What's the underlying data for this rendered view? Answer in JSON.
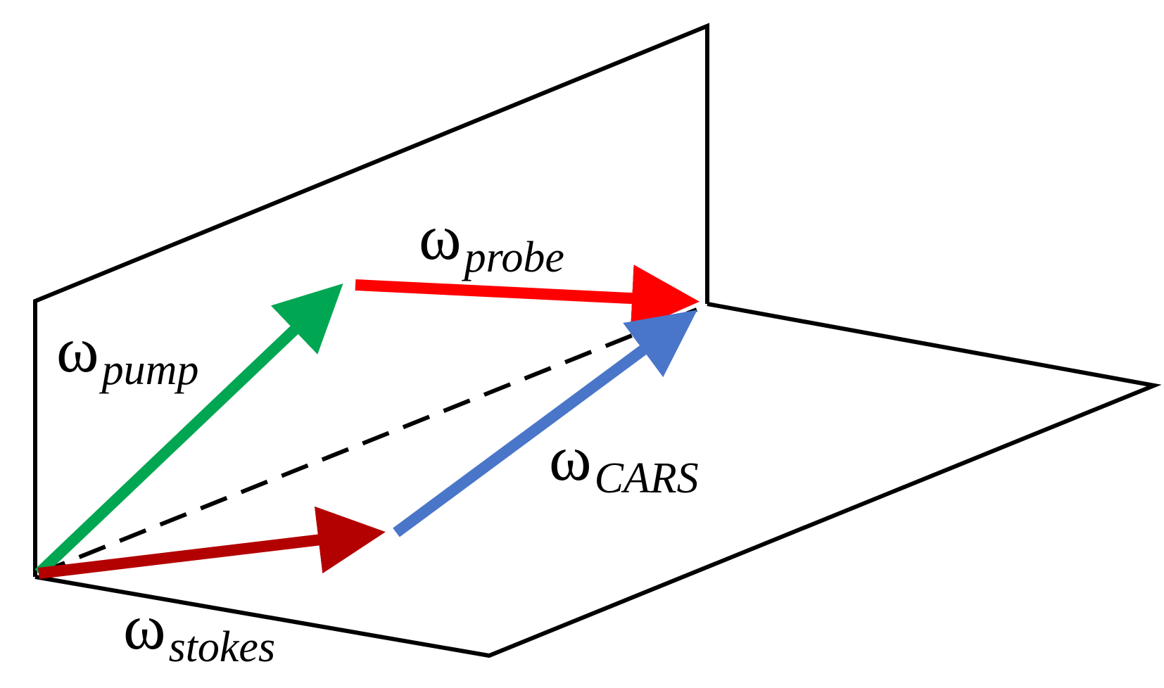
{
  "diagram": {
    "labels": {
      "pump": {
        "symbol": "ω",
        "subscript": "pump"
      },
      "probe": {
        "symbol": "ω",
        "subscript": "probe"
      },
      "stokes": {
        "symbol": "ω",
        "subscript": "stokes"
      },
      "cars": {
        "symbol": "ω",
        "subscript": "CARS"
      }
    },
    "colors": {
      "plane_edges": "#000000",
      "pump_arrow": "#00a651",
      "probe_arrow": "#ff0000",
      "stokes_arrow": "#b30000",
      "cars_arrow": "#4a76c9",
      "dashed_line": "#000000"
    }
  }
}
